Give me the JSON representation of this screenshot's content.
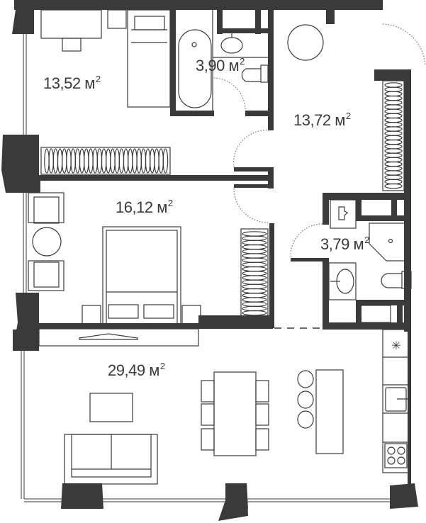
{
  "plan": {
    "unit": "м",
    "unit_power": "2",
    "rooms": [
      {
        "id": "bedroom-small",
        "area": "13,52"
      },
      {
        "id": "bathroom-1",
        "area": "3,90"
      },
      {
        "id": "hallway",
        "area": "13,72"
      },
      {
        "id": "bedroom-main",
        "area": "16,12"
      },
      {
        "id": "bathroom-2",
        "area": "3,79"
      },
      {
        "id": "living-kitchen",
        "area": "29,49"
      }
    ]
  },
  "colors": {
    "wall": "#3a3a3a",
    "background": "#ffffff"
  }
}
